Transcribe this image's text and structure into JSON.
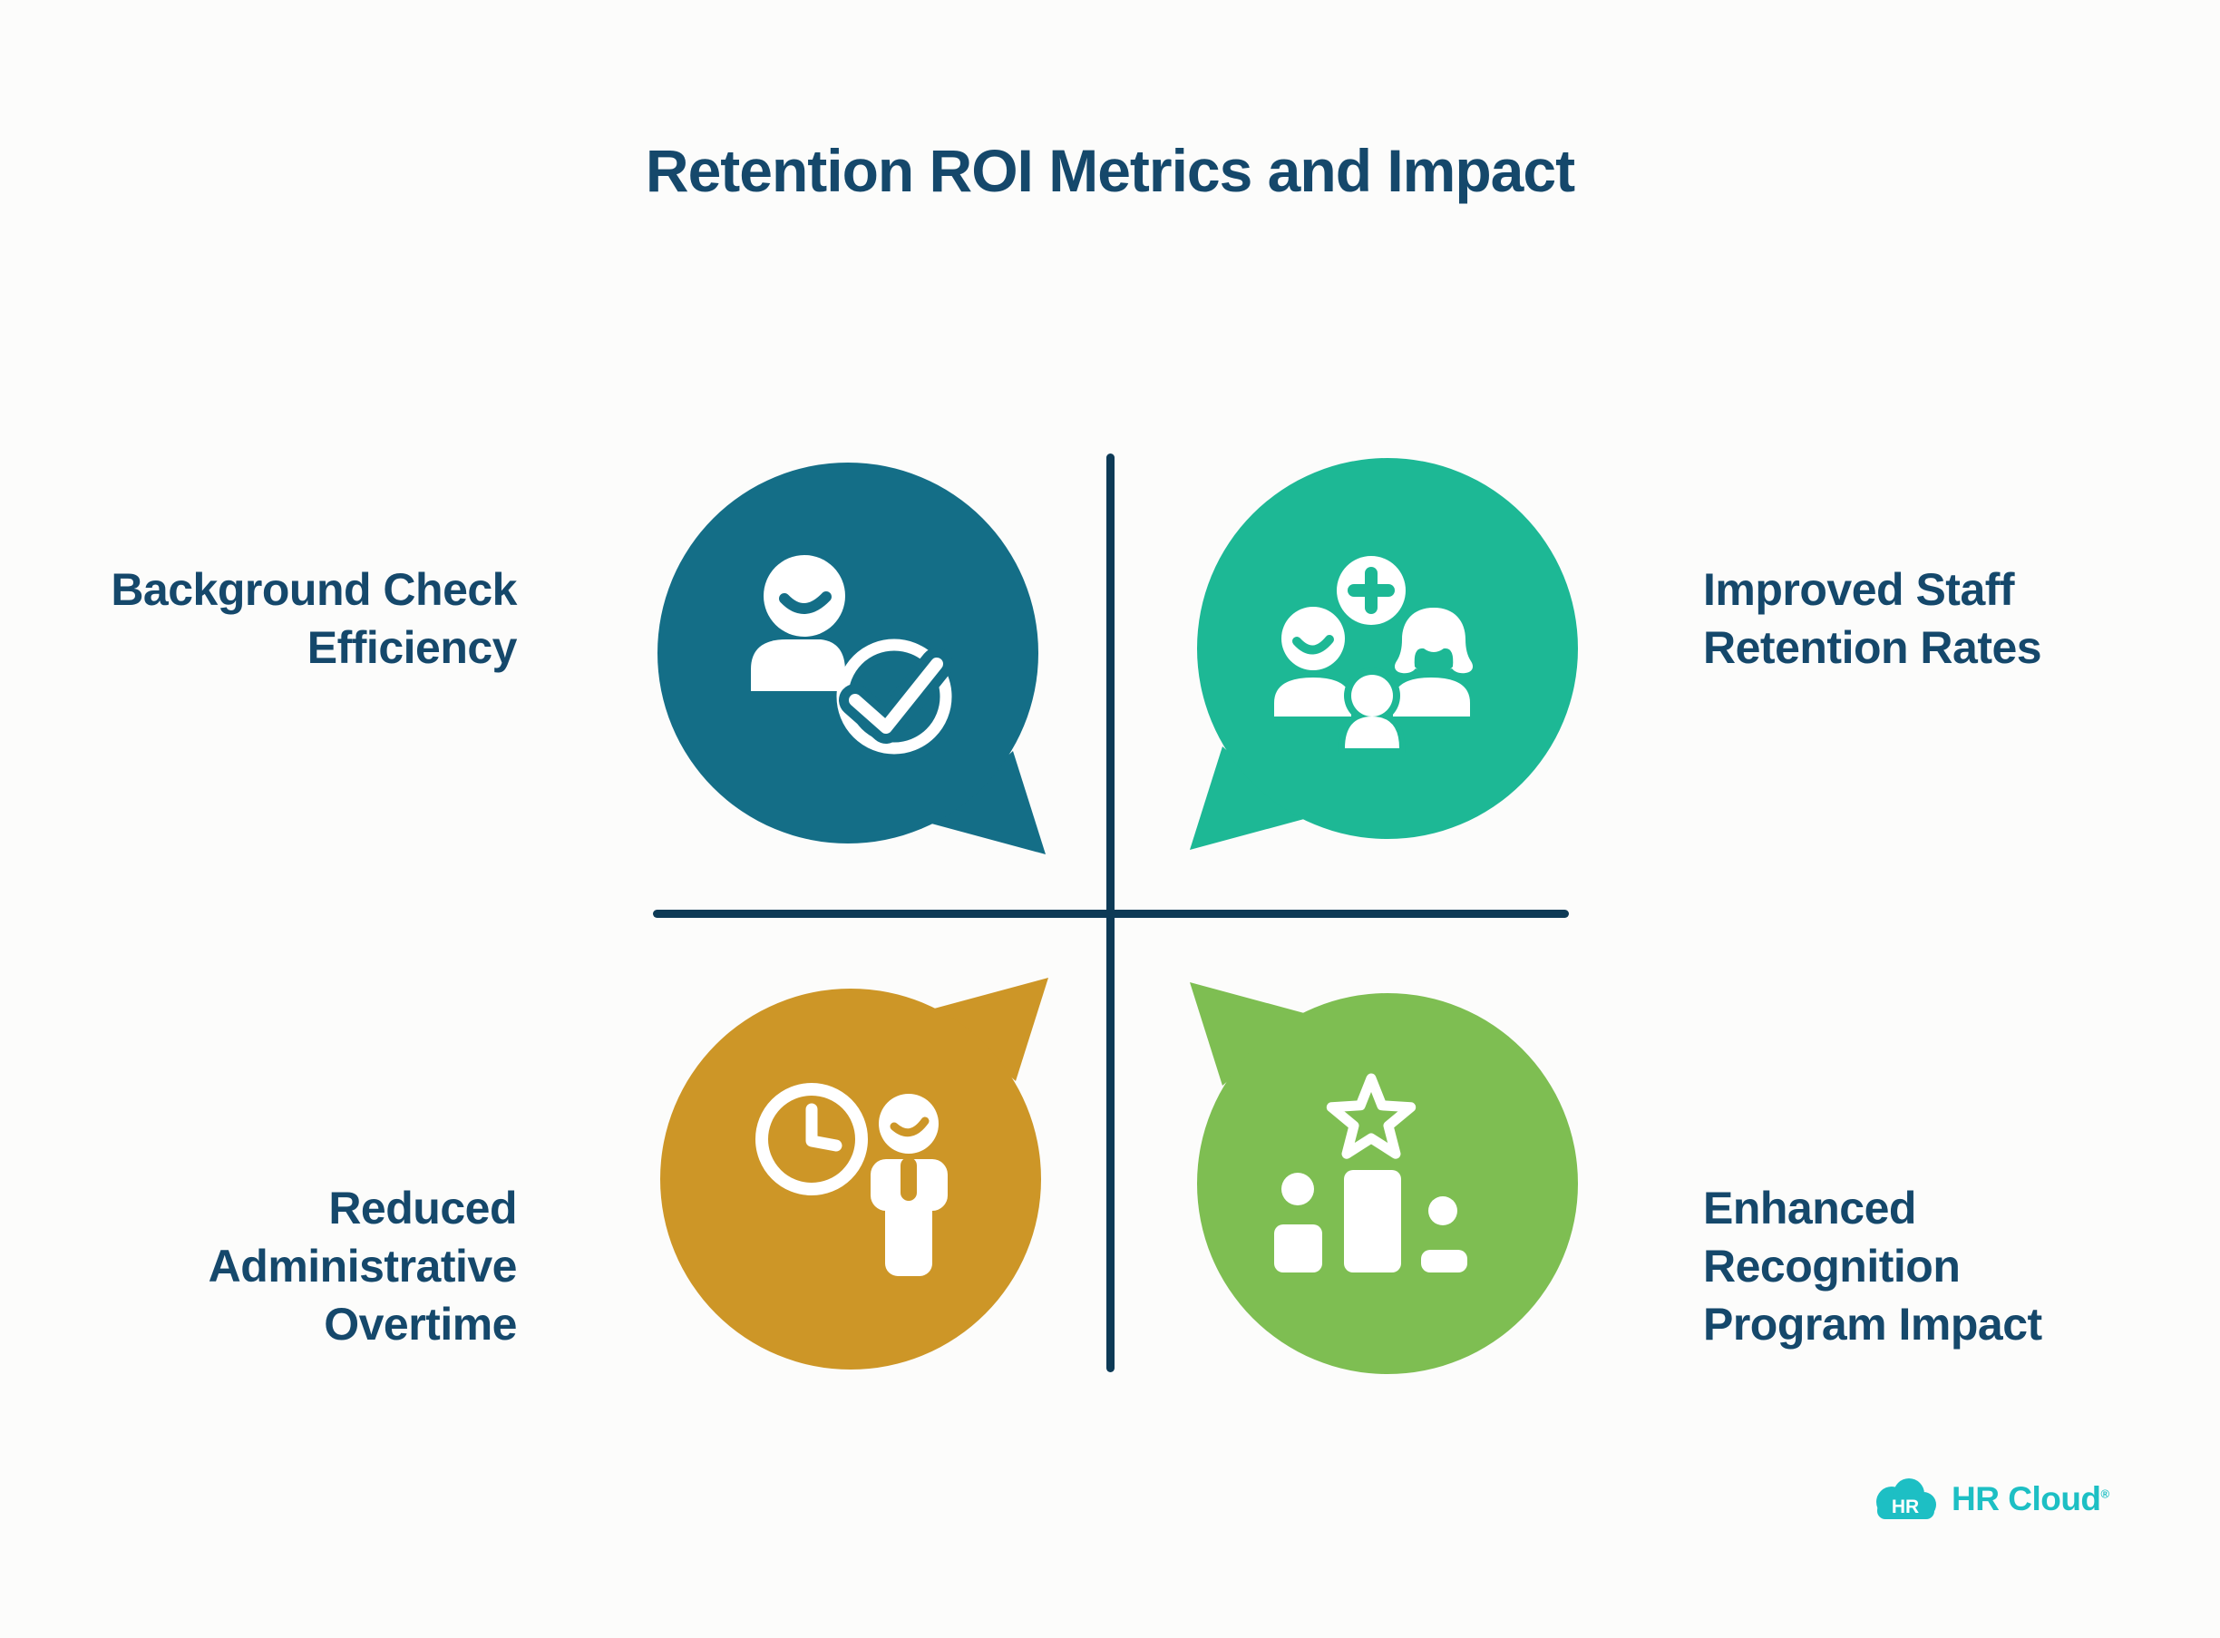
{
  "title": "Retention ROI Metrics and Impact",
  "quadrants": [
    {
      "id": "top-left",
      "label": "Background Check Efficiency",
      "label_lines": [
        "Background Check",
        "Efficiency"
      ],
      "icon": "person-check-icon",
      "bubble_color": "#146e87",
      "tail_direction": "bottom-right"
    },
    {
      "id": "top-right",
      "label": "Improved Staff Retention Rates",
      "label_lines": [
        "Improved Staff",
        "Retention Rates"
      ],
      "icon": "team-plus-icon",
      "bubble_color": "#1db895",
      "tail_direction": "bottom-left"
    },
    {
      "id": "bottom-left",
      "label": "Reduced Administrative Overtime",
      "label_lines": [
        "Reduced",
        "Administrative",
        "Overtime"
      ],
      "icon": "clock-person-icon",
      "bubble_color": "#cd9627",
      "tail_direction": "top-right"
    },
    {
      "id": "bottom-right",
      "label": "Enhanced Recognition Program Impact",
      "label_lines": [
        "Enhanced",
        "Recognition",
        "Program Impact"
      ],
      "icon": "star-podium-icon",
      "bubble_color": "#7ebe52",
      "tail_direction": "top-left"
    }
  ],
  "logo": {
    "badge_text": "HR",
    "brand_text": "HR Cloud",
    "trademark": "®"
  },
  "colors": {
    "bg": "#fcfcfb",
    "navy": "#15486b",
    "line": "#0d3a56",
    "white": "#ffffff",
    "q0": "#146e87",
    "q1": "#1db895",
    "q2": "#cd9627",
    "q3": "#7ebe52",
    "logo": "#1dbfc4"
  }
}
